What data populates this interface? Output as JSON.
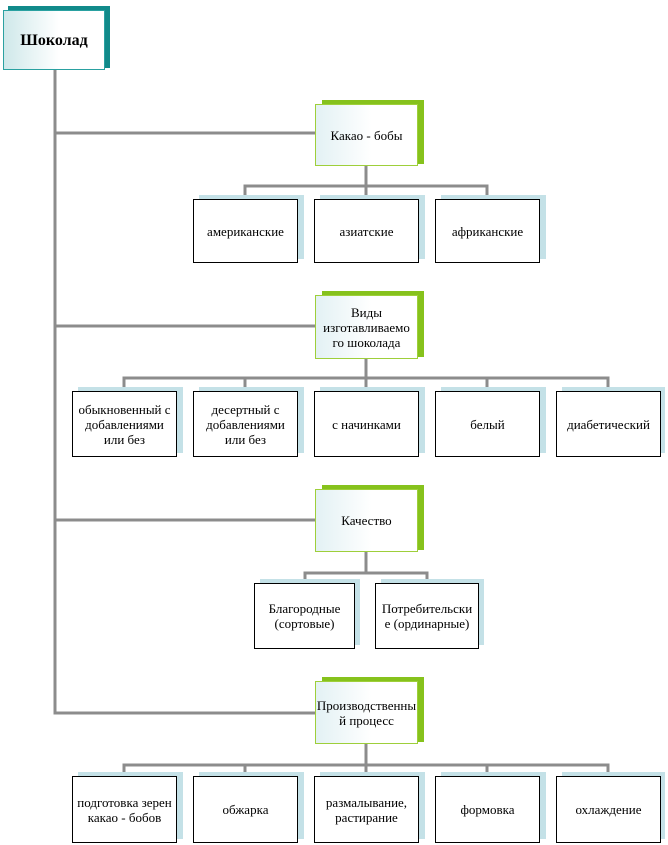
{
  "root": {
    "label": "Шоколад"
  },
  "groups": [
    {
      "label": "Какао - бобы",
      "children": [
        "американские",
        "азиатские",
        "африканские"
      ]
    },
    {
      "label": "Виды изготавливаемо го шоколада",
      "children": [
        "обыкновенный с добавлениями или без",
        "десертный с добавлениями или без",
        "с начинками",
        "белый",
        "диабетический"
      ]
    },
    {
      "label": "Качество",
      "children": [
        "Благородные (сортовые)",
        "Потребительски е (ординарные)"
      ]
    },
    {
      "label": "Производственны й процесс",
      "children": [
        "подготовка зерен какао - бобов",
        "обжарка",
        "размалывание, растирание",
        "формовка",
        "охлаждение"
      ]
    }
  ],
  "colors": {
    "connector": "#8c8c8c",
    "root_border": "#2aa1a1",
    "root_shadow": "#118a8a",
    "category_border": "#9ecf3a",
    "category_shadow": "#86c21c",
    "leaf_border": "#000000",
    "leaf_shadow": "#c4e1e7"
  }
}
